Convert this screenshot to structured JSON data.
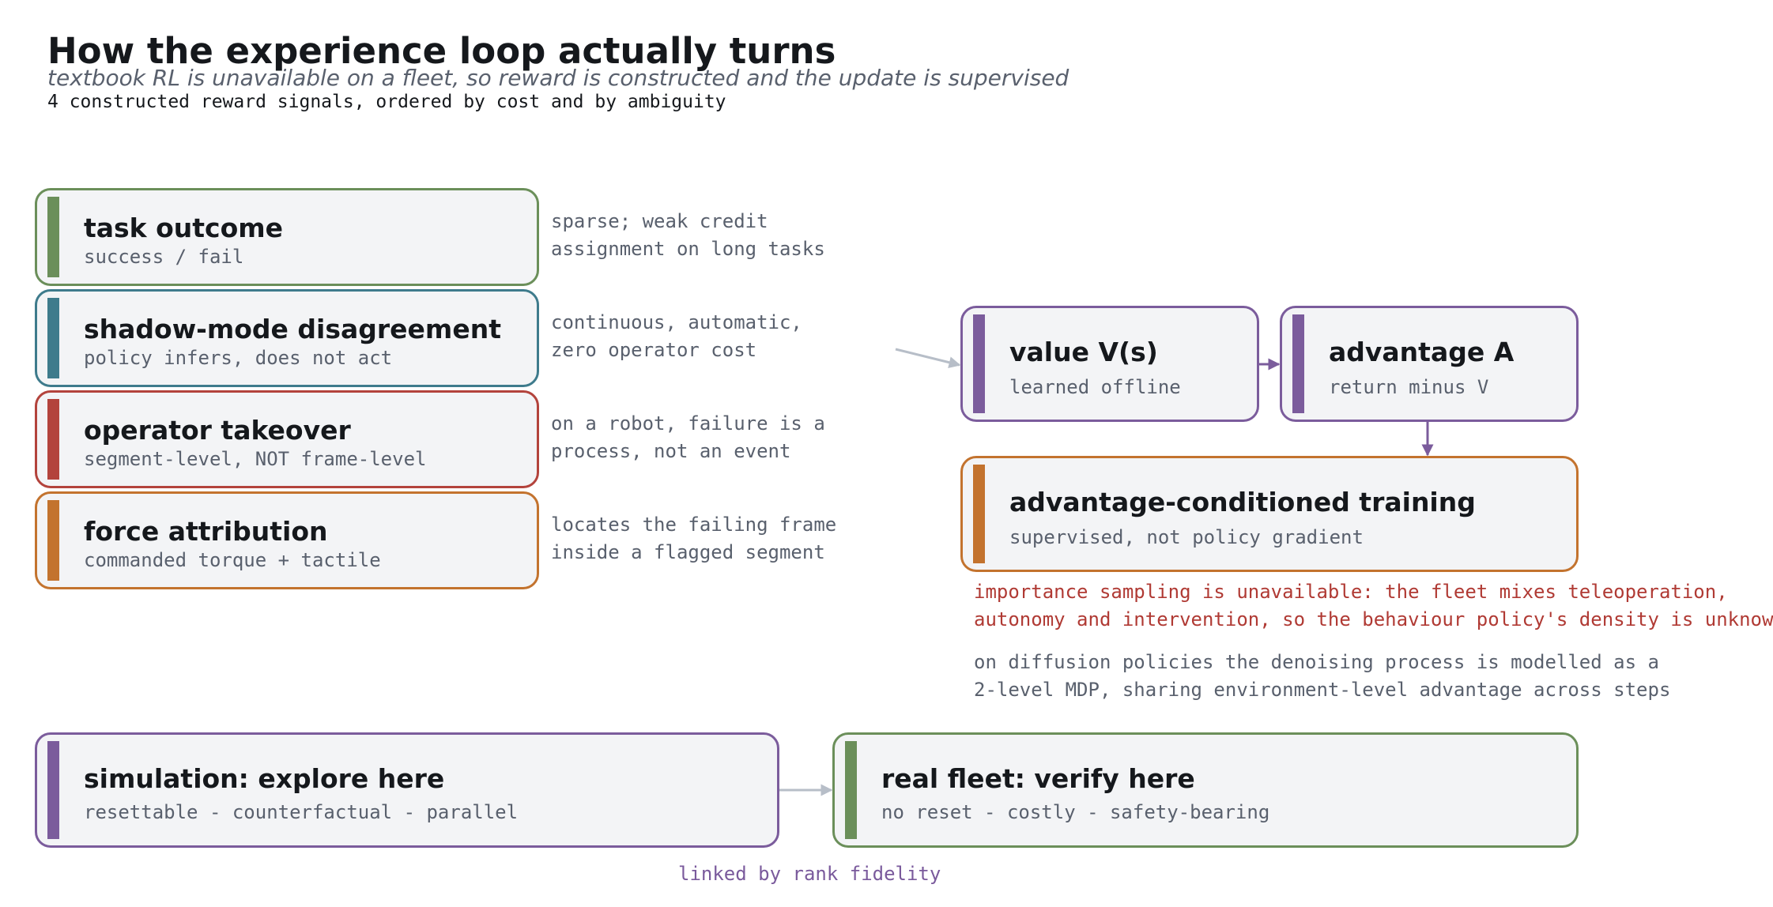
{
  "header": {
    "title": "How the experience loop actually turns",
    "subtitle": "textbook RL is unavailable on a fleet, so reward is constructed and the update is supervised",
    "caption": "4 constructed reward signals, ordered by cost and by ambiguity"
  },
  "signals": [
    {
      "title": "task outcome",
      "subtitle": "success / fail",
      "note": [
        "sparse; weak credit",
        "assignment on long tasks"
      ],
      "color": "#6b8f5a"
    },
    {
      "title": "shadow-mode disagreement",
      "subtitle": "policy infers, does not act",
      "note": [
        "continuous, automatic,",
        "zero operator cost"
      ],
      "color": "#3e7b8c"
    },
    {
      "title": "operator takeover",
      "subtitle": "segment-level, NOT frame-level",
      "note": [
        "on a robot, failure is a",
        "process, not an event"
      ],
      "color": "#b3433c"
    },
    {
      "title": "force attribution",
      "subtitle": "commanded torque + tactile",
      "note": [
        "locates the failing frame",
        "inside a flagged segment"
      ],
      "color": "#c3732e"
    }
  ],
  "pipeline": {
    "value": {
      "title": "value V(s)",
      "subtitle": "learned offline",
      "color": "#7b5c9c"
    },
    "advantage": {
      "title": "advantage A",
      "subtitle": "return minus V",
      "color": "#7b5c9c"
    },
    "training": {
      "title": "advantage-conditioned training",
      "subtitle": "supervised, not policy gradient",
      "color": "#c3732e"
    }
  },
  "notes": {
    "importance": [
      "importance sampling is unavailable: the fleet mixes teleoperation,",
      "autonomy and intervention, so the behaviour policy's density is unknown"
    ],
    "diffusion": [
      "on diffusion policies the denoising process is modelled as a",
      "2-level MDP, sharing environment-level advantage across steps"
    ]
  },
  "bottom": {
    "simulation": {
      "title": "simulation: explore here",
      "subtitle": "resettable - counterfactual - parallel",
      "color": "#7b5c9c"
    },
    "real_fleet": {
      "title": "real fleet: verify here",
      "subtitle": "no reset - costly - safety-bearing",
      "color": "#6b8f5a"
    },
    "link_label": "linked by rank fidelity"
  }
}
